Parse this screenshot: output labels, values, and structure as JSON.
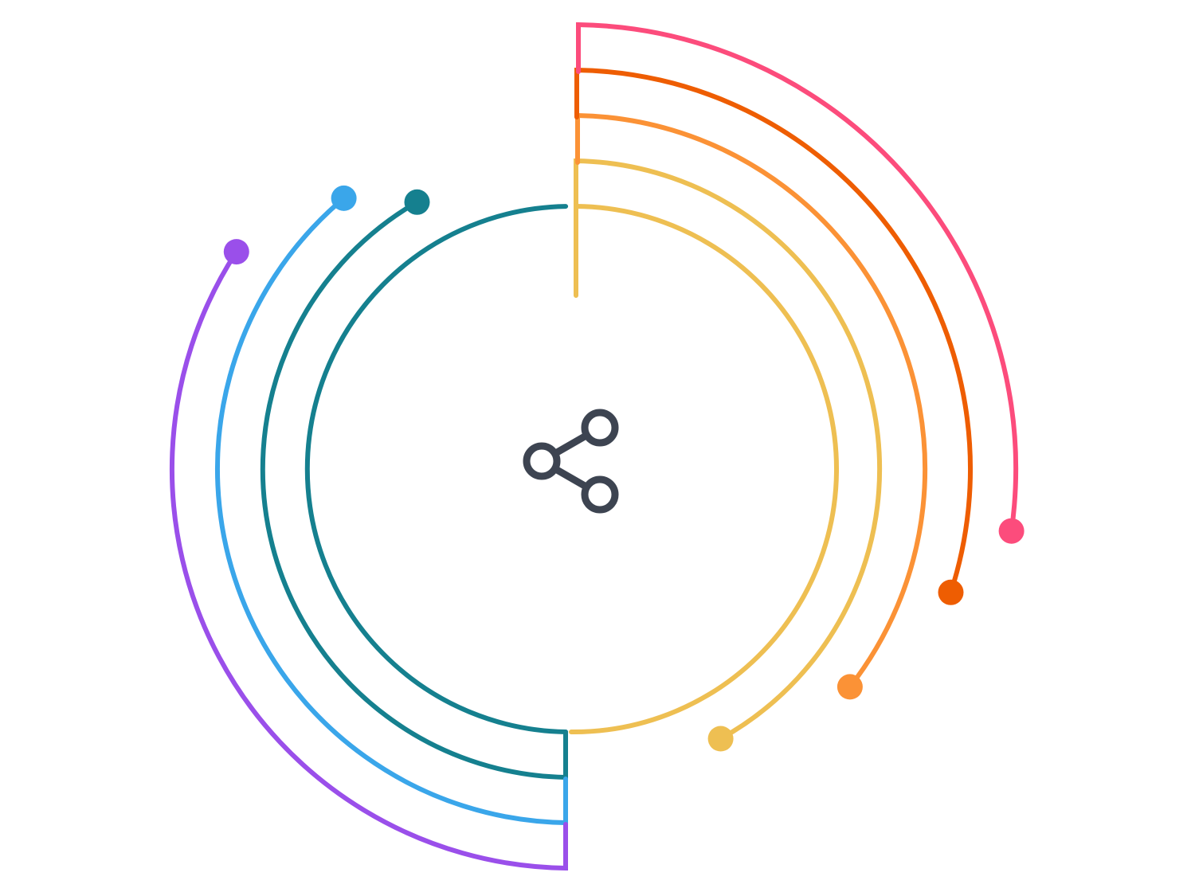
{
  "diagram": {
    "center_icon": "share-icon",
    "icon_color": "#3d4451",
    "left_arcs": [
      {
        "id": "teal",
        "color": "#15808f"
      },
      {
        "id": "blue",
        "color": "#3aa6ea"
      },
      {
        "id": "purple",
        "color": "#9a4fea"
      }
    ],
    "right_arcs": [
      {
        "id": "yellow",
        "color": "#eebf52"
      },
      {
        "id": "orange",
        "color": "#fb9236"
      },
      {
        "id": "dark-orange",
        "color": "#ee5d02"
      },
      {
        "id": "pink",
        "color": "#fc4c7c"
      }
    ]
  }
}
